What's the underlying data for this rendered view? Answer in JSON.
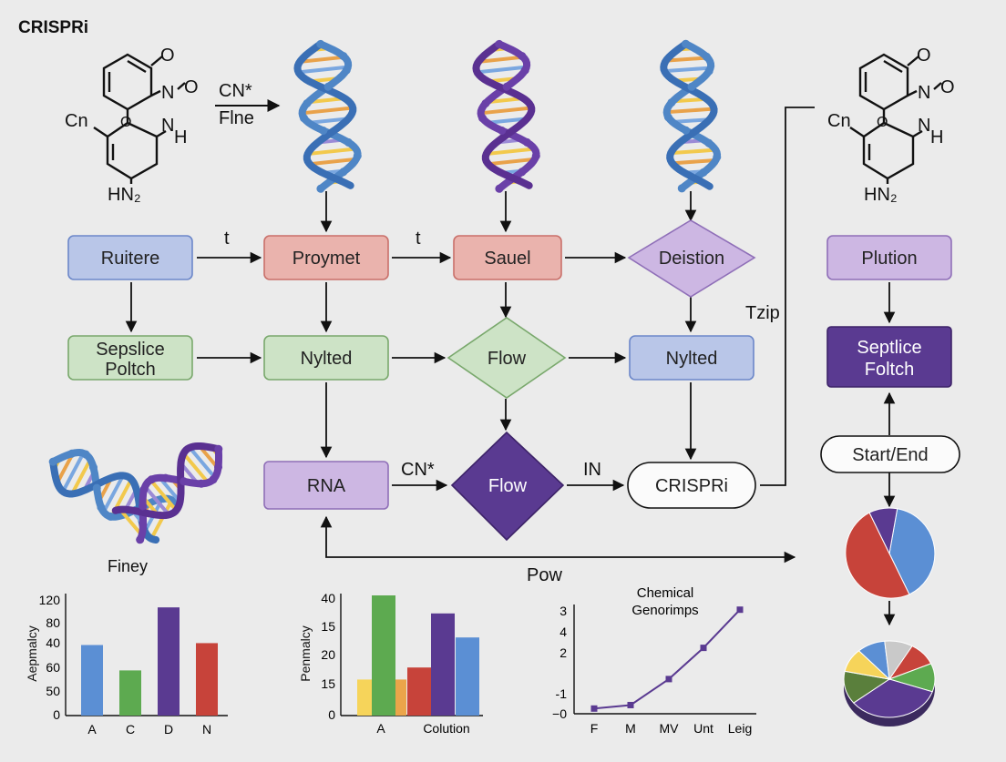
{
  "header": {
    "title": "CRISPRi"
  },
  "molecules": {
    "left": {
      "o_top": "O",
      "n_o": "N",
      "o_right": "O",
      "cn": "Cn",
      "o_mid": "O",
      "nh": "N",
      "h": "H",
      "hn2": "HN₂"
    },
    "right": {
      "o_top": "O",
      "n_o": "N",
      "o_right": "O",
      "cn": "Cn",
      "o_mid": "O",
      "nh": "N",
      "h": "H",
      "hn2": "HN₂"
    },
    "reagent_top": "CN*",
    "reagent_bottom": "Flne"
  },
  "flow": {
    "nodes": {
      "ruitere": "Ruitere",
      "proymet": "Proymet",
      "sauel": "Sauel",
      "deistion": "Deistion",
      "plution": "Plution",
      "sepslice_1": "Sepslice",
      "sepslice_2": "Poltch",
      "nylted_1": "Nylted",
      "flow_mid": "Flow",
      "nylted_2": "Nylted",
      "septlice_1": "Septlice",
      "septlice_2": "Foltch",
      "rna": "RNA",
      "flow_dark": "Flow",
      "crispri": "CRISPRi",
      "start_end": "Start/End"
    },
    "edge_labels": {
      "t1": "t",
      "t2": "t",
      "tzip": "Tzip",
      "cn": "CN*",
      "in": "IN",
      "pow": "Pow"
    }
  },
  "illustration": {
    "caption": "Finey"
  },
  "colors": {
    "blue_fill": "#b9c6e8",
    "blue_stroke": "#6c87c9",
    "red_fill": "#eab3ad",
    "red_stroke": "#c9706a",
    "green_fill": "#cde3c6",
    "green_stroke": "#79a86c",
    "lavender_fill": "#cdb7e3",
    "lavender_stroke": "#8f6fb8",
    "purple_dark": "#5a3a91",
    "chart_blue": "#5b8fd4",
    "chart_green": "#5daa50",
    "chart_purple": "#5a3a91",
    "chart_red": "#c7433a",
    "chart_yellow": "#f6d45a",
    "chart_orange": "#eba54a"
  },
  "chart_data": [
    {
      "type": "bar",
      "ylabel": "Aepmalcy",
      "categories": [
        "A",
        "C",
        "D",
        "N"
      ],
      "values": [
        75,
        48,
        115,
        77
      ],
      "colors": [
        "#5b8fd4",
        "#5daa50",
        "#5a3a91",
        "#c7433a"
      ],
      "yticks": [
        "120",
        "80",
        "40",
        "60",
        "50",
        "0"
      ]
    },
    {
      "type": "bar",
      "ylabel": "Penmalcy",
      "bars": [
        {
          "value": 12,
          "color": "#f6d45a"
        },
        {
          "value": 12,
          "color": "#eba54a"
        },
        {
          "value": 40,
          "color": "#5daa50"
        },
        {
          "value": 16,
          "color": "#c7433a"
        },
        {
          "value": 34,
          "color": "#5a3a91"
        },
        {
          "value": 26,
          "color": "#5b8fd4"
        }
      ],
      "ymax": 40,
      "categories": [
        "A",
        "Colution"
      ],
      "yticks": [
        "40",
        "15",
        "20",
        "15",
        "0"
      ]
    },
    {
      "type": "line",
      "title_1": "Chemical",
      "title_2": "Genorimps",
      "categories": [
        "F",
        "M",
        "MV",
        "Unt",
        "Leig"
      ],
      "values": [
        -0.5,
        -0.3,
        1.2,
        3.0,
        5.2
      ],
      "yticks": [
        "3",
        "4",
        "2",
        "-1",
        "−0"
      ]
    },
    {
      "type": "pie",
      "slices": [
        {
          "value": 40,
          "color": "#5b8fd4"
        },
        {
          "value": 50,
          "color": "#c7433a"
        },
        {
          "value": 10,
          "color": "#5a3a91"
        }
      ]
    },
    {
      "type": "pie",
      "slices": [
        {
          "value": 10,
          "color": "#c7433a"
        },
        {
          "value": 12,
          "color": "#5daa50"
        },
        {
          "value": 34,
          "color": "#5a3a91"
        },
        {
          "value": 14,
          "color": "#5a7f3c"
        },
        {
          "value": 10,
          "color": "#f6d45a"
        },
        {
          "value": 10,
          "color": "#5b8fd4"
        },
        {
          "value": 10,
          "color": "#c9c9c9"
        }
      ]
    }
  ]
}
